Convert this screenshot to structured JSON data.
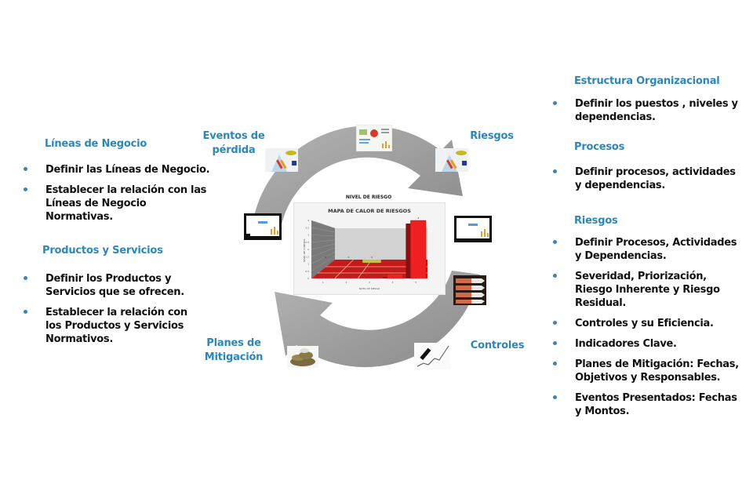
{
  "left_panel": {
    "sections": [
      {
        "title": "Líneas de Negocio",
        "items": [
          "Definir las Líneas de Negocio.",
          "Establecer la relación con las Líneas de Negocio Normativas."
        ]
      },
      {
        "title": "Productos y Servicios",
        "items": [
          "Definir los Productos y Servicios que se ofrecen.",
          "Establecer la relación con los Productos y Servicios Normativos."
        ]
      }
    ]
  },
  "right_panel": {
    "sections": [
      {
        "title": "Estructura Organizacional",
        "items": [
          "Definir los puestos ,  niveles y dependencias."
        ]
      },
      {
        "title": "Procesos",
        "items": [
          "Definir procesos, actividades y dependencias."
        ]
      },
      {
        "title": "Riesgos",
        "items": [
          "Definir Procesos, Actividades y Dependencias.",
          "Severidad, Priorización, Riesgo Inherente y Riesgo Residual.",
          "Controles y su Eficiencia.",
          "Indicadores Clave.",
          "Planes de Mitigación: Fechas, Objetivos y Responsables.",
          "Eventos Presentados: Fechas y Montos."
        ]
      }
    ]
  },
  "cycle": {
    "labels": {
      "eventos": [
        "Eventos de",
        "pérdida"
      ],
      "riesgos": [
        "Riesgos"
      ],
      "controles": [
        "Controles"
      ],
      "planes": [
        "Planes de",
        "Mitigación"
      ]
    },
    "thumbnails": [
      "dashboard-thumbnail",
      "charts-collage-thumbnail",
      "screen-report-thumbnail",
      "arrow-list-thumbnail",
      "pen-graph-thumbnail",
      "coins-thumbnail"
    ],
    "colors": {
      "arrow": "#9a9a9a",
      "accent": "#2e86b8",
      "bullet": "#3c83b8"
    }
  },
  "chart_data": {
    "type": "bar",
    "outer_title": "NIVEL DE RIESGO",
    "title": "MAPA DE CALOR DE RIESGOS",
    "xlabel": "NIVEL DE RIESGO",
    "ylabel": "NIVEL DE CONTROL",
    "categories": [
      "1",
      "2",
      "3",
      "4",
      "5"
    ],
    "values": [
      0,
      0,
      0,
      0.3,
      4
    ],
    "data_labels": [
      "0",
      "0",
      "0",
      "0",
      "4"
    ],
    "yticks": [
      "0",
      "0.5",
      "1",
      "1.5",
      "2",
      "2.5",
      "3",
      "3.5",
      "4"
    ],
    "ylim": [
      0,
      4
    ],
    "colors": {
      "floor": "#c41a1a",
      "bar": "#ee2020",
      "wall": "#7a7a7a",
      "highlight": "#c8c23a"
    }
  }
}
